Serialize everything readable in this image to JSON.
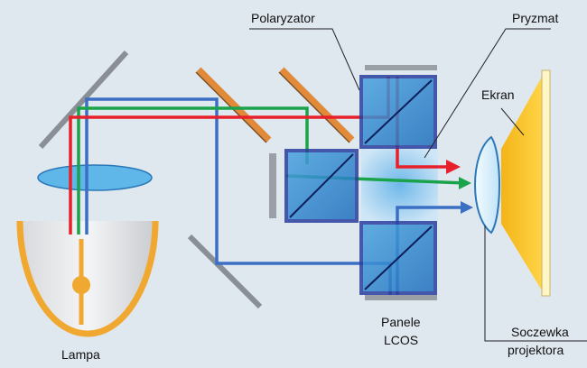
{
  "labels": {
    "polarizer": "Polaryzator",
    "prism": "Pryzmat",
    "screen": "Ekran",
    "panels_line1": "Panele",
    "panels_line2": "LCOS",
    "lamp": "Lampa",
    "lens_line1": "Soczewka",
    "lens_line2": "projektora"
  },
  "colors": {
    "background": "#dfe7ef",
    "red_beam": "#e8202a",
    "green_beam": "#1aa34a",
    "blue_beam": "#3b6fc4",
    "dichroic_mirror": "#e08a3a",
    "cube_frame": "#2b3f9e",
    "screen_fill": "#f5c019",
    "reflector": "#f0a830"
  }
}
